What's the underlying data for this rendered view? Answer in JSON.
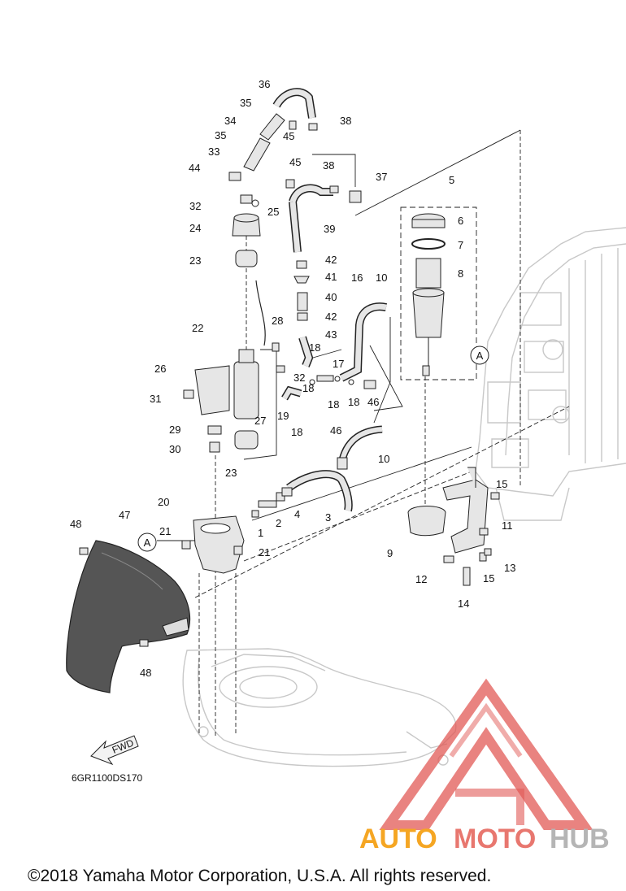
{
  "callouts": [
    "1",
    "2",
    "3",
    "4",
    "5",
    "6",
    "7",
    "8",
    "9",
    "10",
    "10",
    "11",
    "12",
    "13",
    "14",
    "15",
    "15",
    "16",
    "17",
    "18",
    "18",
    "18",
    "18",
    "19",
    "20",
    "21",
    "21",
    "22",
    "23",
    "23",
    "24",
    "25",
    "26",
    "27",
    "28",
    "29",
    "30",
    "31",
    "32",
    "32",
    "33",
    "34",
    "35",
    "35",
    "36",
    "37",
    "38",
    "38",
    "39",
    "40",
    "41",
    "42",
    "42",
    "43",
    "44",
    "45",
    "45",
    "46",
    "46",
    "47",
    "48",
    "48"
  ],
  "reference_marks": [
    "A",
    "A"
  ],
  "fwd_label": "FWD",
  "diagram_code": "6GR1100DS170",
  "watermark": {
    "auto": "AUTO",
    "moto": "MOTO",
    "hub": "HUB"
  },
  "copyright": "©2018 Yamaha Motor Corporation, U.S.A. All rights reserved.",
  "colors": {
    "line": "#222222",
    "part_fill": "#e6e6e6",
    "ghost": "#c8c8c8",
    "cowling": "#555555",
    "watermark_red": "#e15a56",
    "watermark_orange": "#f5a623"
  }
}
